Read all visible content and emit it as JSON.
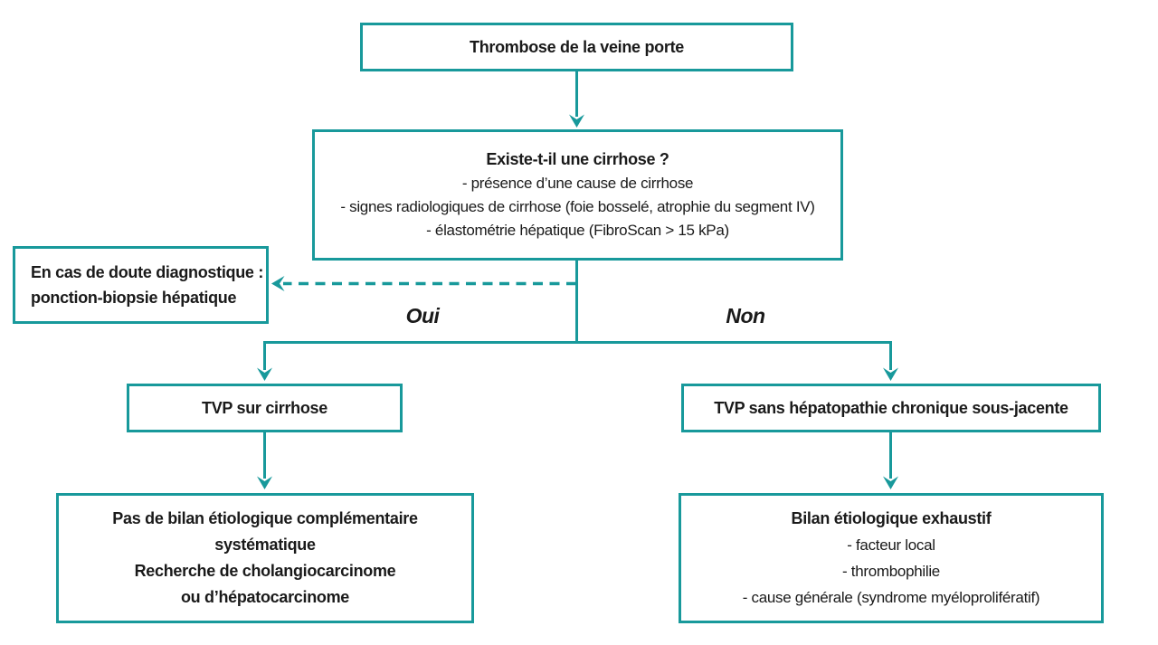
{
  "colors": {
    "accent": "#18999b",
    "text": "#1a1a1a",
    "background": "#ffffff"
  },
  "flowchart": {
    "root": {
      "title": "Thrombose de la veine porte"
    },
    "question": {
      "title": "Existe-t-il une cirrhose ?",
      "items": [
        "- présence d’une cause de cirrhose",
        "- signes radiologiques de cirrhose (foie bosselé, atrophie du segment IV)",
        "- élastométrie hépatique (FibroScan > 15 kPa)"
      ]
    },
    "doubt_note": {
      "line1": "En cas de doute diagnostique :",
      "line2": "ponction-biopsie hépatique"
    },
    "branches": {
      "yes_label": "Oui",
      "no_label": "Non"
    },
    "yes_node": {
      "title": "TVP sur cirrhose"
    },
    "no_node": {
      "title": "TVP sans hépatopathie chronique sous-jacente"
    },
    "yes_outcome": {
      "lines": [
        "Pas de bilan étiologique complémentaire",
        "systématique",
        "Recherche de cholangiocarcinome",
        "ou d’hépatocarcinome"
      ]
    },
    "no_outcome": {
      "title": "Bilan étiologique exhaustif",
      "items": [
        "- facteur local",
        "- thrombophilie",
        "- cause générale (syndrome myéloprolifératif)"
      ]
    }
  }
}
